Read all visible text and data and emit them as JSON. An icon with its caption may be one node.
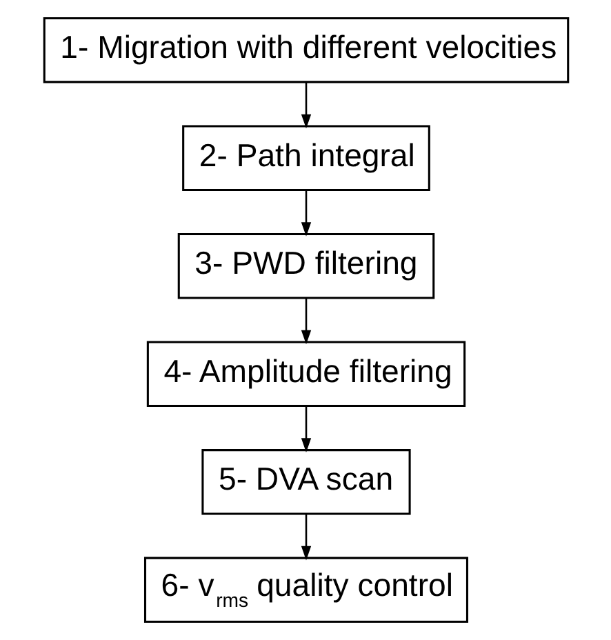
{
  "diagram": {
    "nodes": [
      {
        "text": [
          "1- Migration with different velocities"
        ]
      },
      {
        "text": [
          "2- Path integral"
        ]
      },
      {
        "text": [
          "3- PWD filtering"
        ]
      },
      {
        "text": [
          "4- Amplitude filtering"
        ]
      },
      {
        "text": [
          "5- DVA scan"
        ]
      },
      {
        "text": [
          "6- v$_{rms}$ quality control"
        ]
      }
    ],
    "edges": [
      {
        "from": 0,
        "to": 1,
        "arrow": "to"
      },
      {
        "from": 1,
        "to": 2,
        "arrow": "to"
      },
      {
        "from": 2,
        "to": 3,
        "arrow": "to"
      },
      {
        "from": 3,
        "to": 4,
        "arrow": "to"
      },
      {
        "from": 4,
        "to": 5,
        "arrow": "to"
      }
    ]
  }
}
